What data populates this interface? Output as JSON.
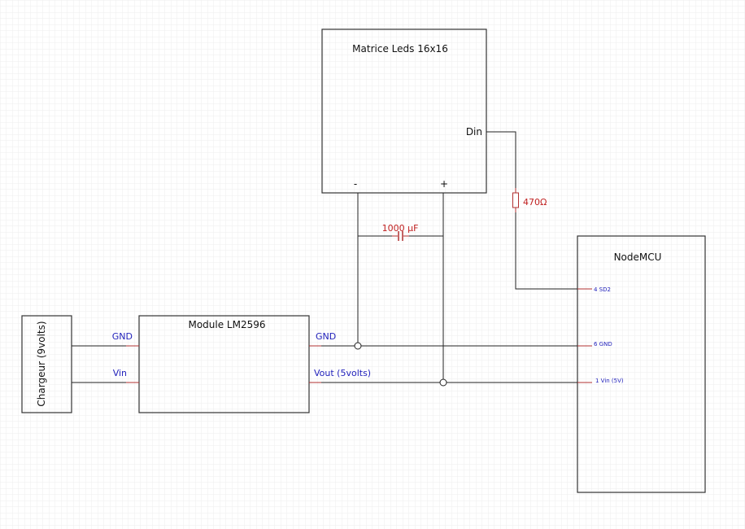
{
  "components": {
    "matrix": {
      "title": "Matrice Leds 16x16",
      "pins": {
        "din": "Din",
        "minus": "-",
        "plus": "+"
      }
    },
    "charger": {
      "title": "Chargeur (9volts)"
    },
    "module": {
      "title": "Module LM2596",
      "pins": {
        "gnd_in": "GND",
        "vin": "Vin",
        "gnd_out": "GND",
        "vout": "Vout (5volts)"
      }
    },
    "nodemcu": {
      "title": "NodeMCU",
      "pins": {
        "sd2": "4 SD2",
        "gnd": "6 GND",
        "vin": "1 Vin (5V)"
      }
    },
    "capacitor": {
      "label": "1000 µF"
    },
    "resistor": {
      "label": "470Ω"
    }
  },
  "colors": {
    "pin_label": "#2222bb",
    "part_label": "#c02020",
    "stub": "#b03030",
    "grid": "#ececec"
  }
}
